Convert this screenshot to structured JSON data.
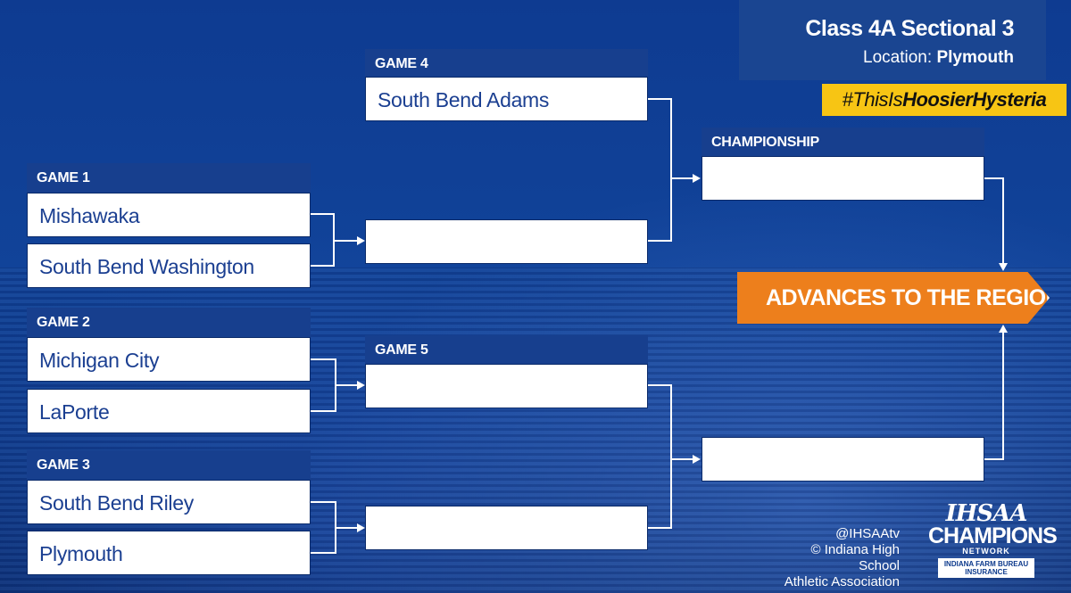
{
  "header": {
    "title": "Class 4A Sectional 3",
    "location_label": "Location:",
    "location_value": "Plymouth",
    "hashtag_prefix": "#ThisIs",
    "hashtag_bold": "HoosierHysteria"
  },
  "games": {
    "game1": {
      "label": "GAME 1",
      "team_a": "Mishawaka",
      "team_b": "South Bend Washington"
    },
    "game2": {
      "label": "GAME 2",
      "team_a": "Michigan City",
      "team_b": "LaPorte"
    },
    "game3": {
      "label": "GAME 3",
      "team_a": "South Bend Riley",
      "team_b": "Plymouth"
    },
    "game4": {
      "label": "GAME 4",
      "team_a": "South Bend Adams",
      "team_b": ""
    },
    "game5": {
      "label": "GAME 5",
      "team_a": "",
      "team_b": ""
    },
    "championship": {
      "label": "CHAMPIONSHIP",
      "team_a": "",
      "team_b": ""
    }
  },
  "advance_text": "ADVANCES TO THE REGIONAL",
  "footer": {
    "handle": "@IHSAAtv",
    "copyright_line1": "© Indiana High School",
    "copyright_line2": "Athletic Association"
  },
  "logo": {
    "org": "IHSAA",
    "name": "CHAMPIONS",
    "sub": "NETWORK",
    "sponsor": "INDIANA FARM BUREAU INSURANCE"
  },
  "colors": {
    "background": "#0d3a8c",
    "label_bar": "#173f8e",
    "team_text": "#1b3f91",
    "hashtag": "#f7c514",
    "advance": "#ed7f1c"
  }
}
